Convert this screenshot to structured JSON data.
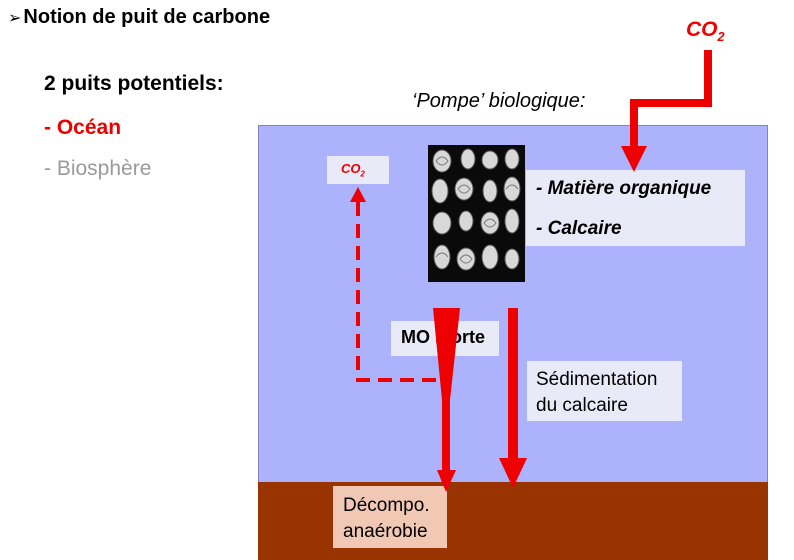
{
  "slide": {
    "title": "Notion de puit de carbone",
    "title_bullet": "➢",
    "subtitle": "2 puits potentiels:",
    "options": [
      "- Océan",
      "- Biosphère"
    ],
    "active_option_color": "#ee0000",
    "inactive_option_color": "#9a9a9a"
  },
  "diagram": {
    "pump_label": "‘Pompe’ biologique:",
    "co2_main": {
      "base": "CO",
      "sub": "2"
    },
    "co2_small": {
      "base": "CO",
      "sub": "2"
    },
    "products": [
      "- Matière organique",
      "- Calcaire"
    ],
    "dead_om_label": "MO morte",
    "sedimentation_label": [
      "Sédimentation",
      "du calcaire"
    ],
    "decomposition_label": [
      "Décompo.",
      "anaérobie"
    ],
    "image_subject": "plankton-micrograph",
    "colors": {
      "ocean": "#acb2fb",
      "sediment": "#993300",
      "arrow": "#ee0000",
      "label_box": "#e9eaf8",
      "decomposition_box": "#f0c8b4"
    }
  }
}
